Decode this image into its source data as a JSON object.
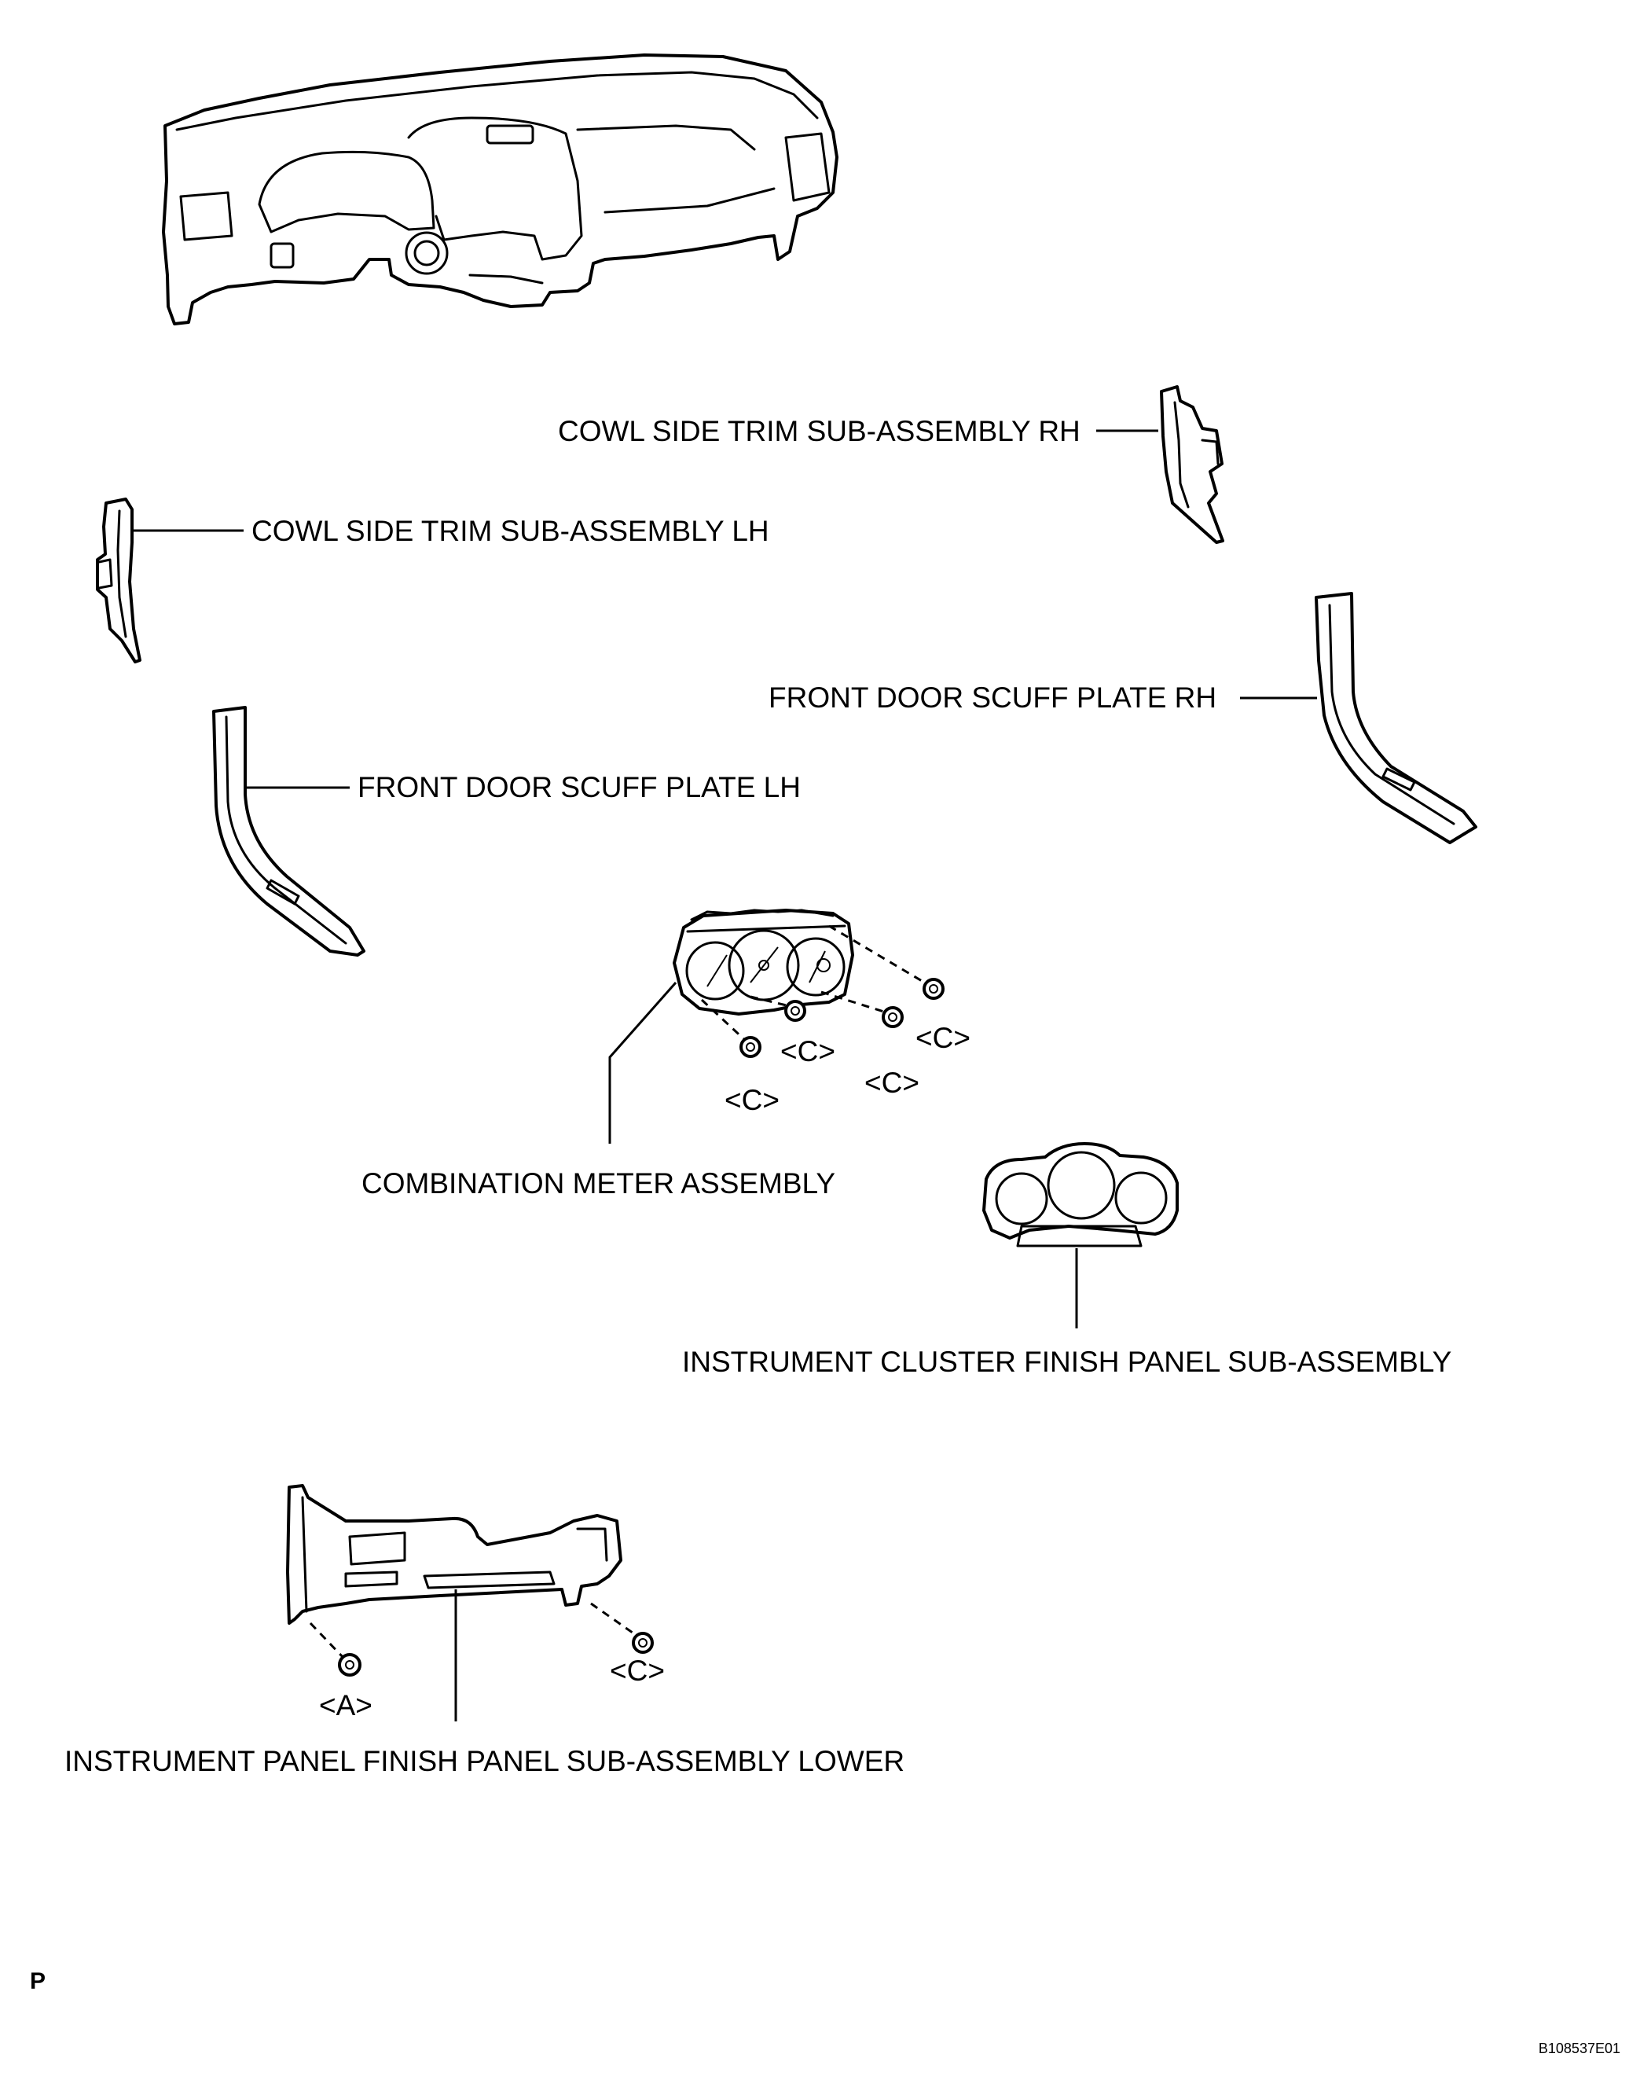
{
  "labels": {
    "cowl_rh": "COWL SIDE TRIM SUB-ASSEMBLY RH",
    "cowl_lh": "COWL SIDE TRIM SUB-ASSEMBLY LH",
    "scuff_rh": "FRONT DOOR SCUFF PLATE RH",
    "scuff_lh": "FRONT DOOR SCUFF PLATE LH",
    "combination_meter": "COMBINATION METER ASSEMBLY",
    "cluster_finish": "INSTRUMENT CLUSTER FINISH PANEL SUB-ASSEMBLY",
    "panel_lower": "INSTRUMENT PANEL FINISH PANEL SUB-ASSEMBLY LOWER"
  },
  "fastener_labels": {
    "c": "<C>",
    "a": "<A>"
  },
  "corner": {
    "mark": "P",
    "figure_code": "B108537E01"
  }
}
